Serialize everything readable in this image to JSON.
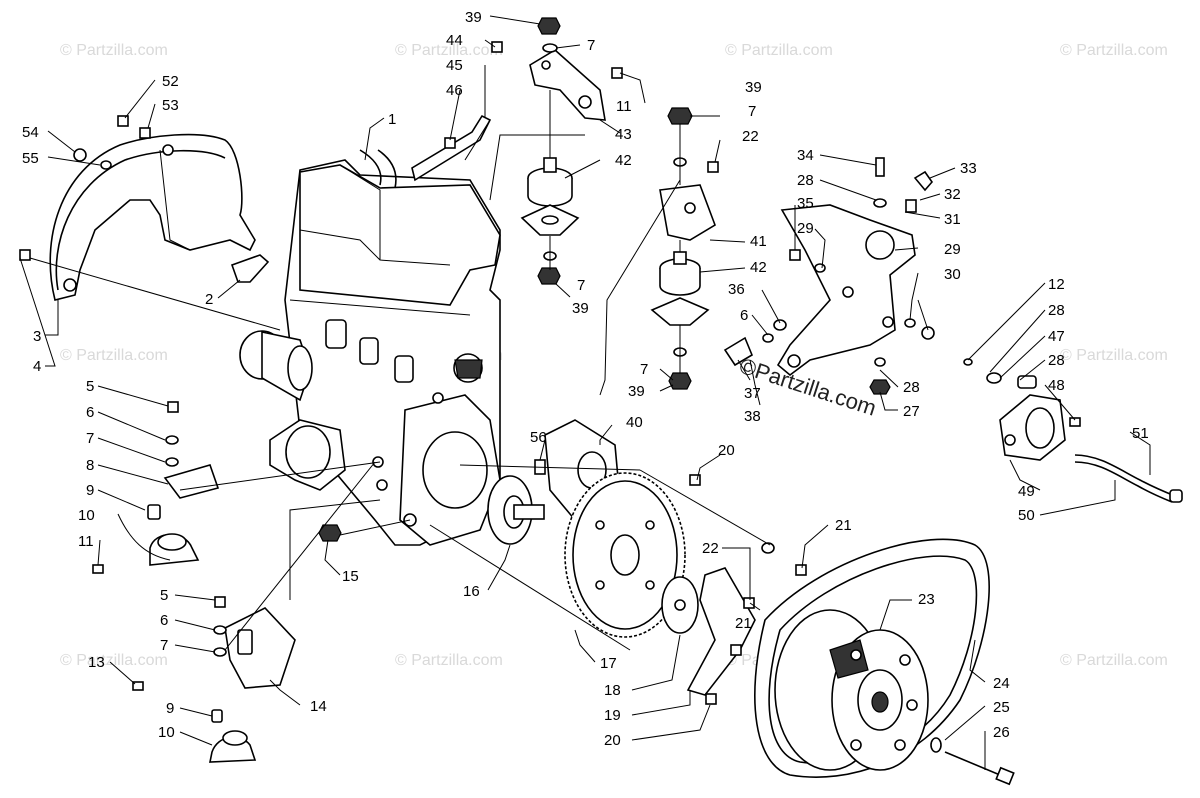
{
  "watermark": {
    "text": "© Partzilla.com",
    "center_text": "©Partzilla.com"
  },
  "callouts": [
    {
      "id": "c1",
      "label": "1"
    },
    {
      "id": "c2",
      "label": "2"
    },
    {
      "id": "c3",
      "label": "3"
    },
    {
      "id": "c4",
      "label": "4"
    },
    {
      "id": "c5a",
      "label": "5"
    },
    {
      "id": "c6a",
      "label": "6"
    },
    {
      "id": "c7a",
      "label": "7"
    },
    {
      "id": "c8",
      "label": "8"
    },
    {
      "id": "c9a",
      "label": "9"
    },
    {
      "id": "c10a",
      "label": "10"
    },
    {
      "id": "c11a",
      "label": "11"
    },
    {
      "id": "c5b",
      "label": "5"
    },
    {
      "id": "c6b",
      "label": "6"
    },
    {
      "id": "c7b",
      "label": "7"
    },
    {
      "id": "c13",
      "label": "13"
    },
    {
      "id": "c9b",
      "label": "9"
    },
    {
      "id": "c10b",
      "label": "10"
    },
    {
      "id": "c14",
      "label": "14"
    },
    {
      "id": "c15",
      "label": "15"
    },
    {
      "id": "c16",
      "label": "16"
    },
    {
      "id": "c17",
      "label": "17"
    },
    {
      "id": "c18",
      "label": "18"
    },
    {
      "id": "c19",
      "label": "19"
    },
    {
      "id": "c20a",
      "label": "20"
    },
    {
      "id": "c20b",
      "label": "20"
    },
    {
      "id": "c21a",
      "label": "21"
    },
    {
      "id": "c21b",
      "label": "21"
    },
    {
      "id": "c22a",
      "label": "22"
    },
    {
      "id": "c22b",
      "label": "22"
    },
    {
      "id": "c23",
      "label": "23"
    },
    {
      "id": "c24",
      "label": "24"
    },
    {
      "id": "c25",
      "label": "25"
    },
    {
      "id": "c26",
      "label": "26"
    },
    {
      "id": "c27",
      "label": "27"
    },
    {
      "id": "c28a",
      "label": "28"
    },
    {
      "id": "c28b",
      "label": "28"
    },
    {
      "id": "c28c",
      "label": "28"
    },
    {
      "id": "c28d",
      "label": "28"
    },
    {
      "id": "c29a",
      "label": "29"
    },
    {
      "id": "c29b",
      "label": "29"
    },
    {
      "id": "c30",
      "label": "30"
    },
    {
      "id": "c31",
      "label": "31"
    },
    {
      "id": "c32",
      "label": "32"
    },
    {
      "id": "c33",
      "label": "33"
    },
    {
      "id": "c34",
      "label": "34"
    },
    {
      "id": "c35",
      "label": "35"
    },
    {
      "id": "c36",
      "label": "36"
    },
    {
      "id": "c6c",
      "label": "6"
    },
    {
      "id": "c37",
      "label": "37"
    },
    {
      "id": "c38",
      "label": "38"
    },
    {
      "id": "c39a",
      "label": "39"
    },
    {
      "id": "c39b",
      "label": "39"
    },
    {
      "id": "c39c",
      "label": "39"
    },
    {
      "id": "c39d",
      "label": "39"
    },
    {
      "id": "c40",
      "label": "40"
    },
    {
      "id": "c41",
      "label": "41"
    },
    {
      "id": "c42a",
      "label": "42"
    },
    {
      "id": "c42b",
      "label": "42"
    },
    {
      "id": "c43",
      "label": "43"
    },
    {
      "id": "c44",
      "label": "44"
    },
    {
      "id": "c45",
      "label": "45"
    },
    {
      "id": "c46",
      "label": "46"
    },
    {
      "id": "c7c",
      "label": "7"
    },
    {
      "id": "c7d",
      "label": "7"
    },
    {
      "id": "c7e",
      "label": "7"
    },
    {
      "id": "c7f",
      "label": "7"
    },
    {
      "id": "c11b",
      "label": "11"
    },
    {
      "id": "c12",
      "label": "12"
    },
    {
      "id": "c47",
      "label": "47"
    },
    {
      "id": "c48",
      "label": "48"
    },
    {
      "id": "c49",
      "label": "49"
    },
    {
      "id": "c50",
      "label": "50"
    },
    {
      "id": "c51",
      "label": "51"
    },
    {
      "id": "c52",
      "label": "52"
    },
    {
      "id": "c53",
      "label": "53"
    },
    {
      "id": "c54",
      "label": "54"
    },
    {
      "id": "c55",
      "label": "55"
    },
    {
      "id": "c56",
      "label": "56"
    }
  ]
}
